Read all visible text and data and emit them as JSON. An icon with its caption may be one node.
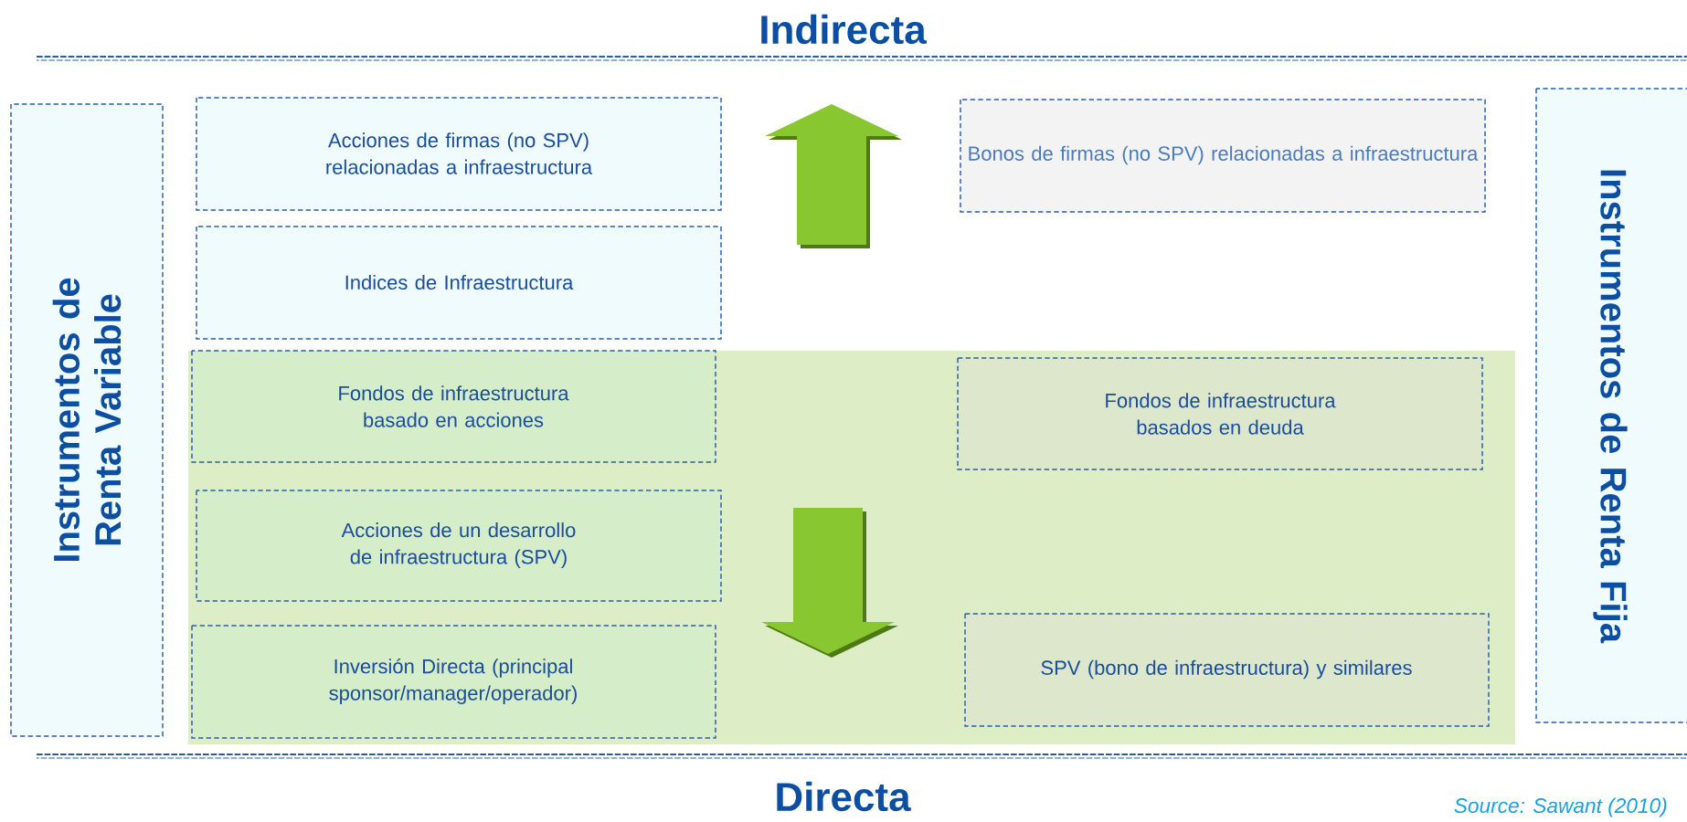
{
  "diagram": {
    "nodes": [
      {
        "text": [
          "Instrumentos de Renta Variable"
        ]
      },
      {
        "text": [
          "Acciones de firmas (no SPV) relacionadas a infraestructura"
        ]
      },
      {
        "text": [
          "Indices de Infraestructura"
        ]
      },
      {
        "text": [
          "Fondos de infraestructura basado en acciones"
        ]
      },
      {
        "text": [
          "Acciones de un desarrollo de infraestructura (SPV)"
        ]
      },
      {
        "text": [
          "Inversión Directa (principal sponsor/manager/operador)"
        ]
      },
      {
        "text": [
          "Bonos de firmas (no SPV) relacionadas a infraestructura"
        ]
      },
      {
        "text": [
          "Fondos de infraestructura basados en deuda"
        ]
      },
      {
        "text": [
          "SPV (bono de infraestructura) y similares"
        ]
      },
      {
        "text": [
          "Instrumentos de Renta Fija"
        ]
      }
    ],
    "labels": [
      "Indirecta",
      "Directa",
      "Source: Sawant (2010)"
    ]
  }
}
